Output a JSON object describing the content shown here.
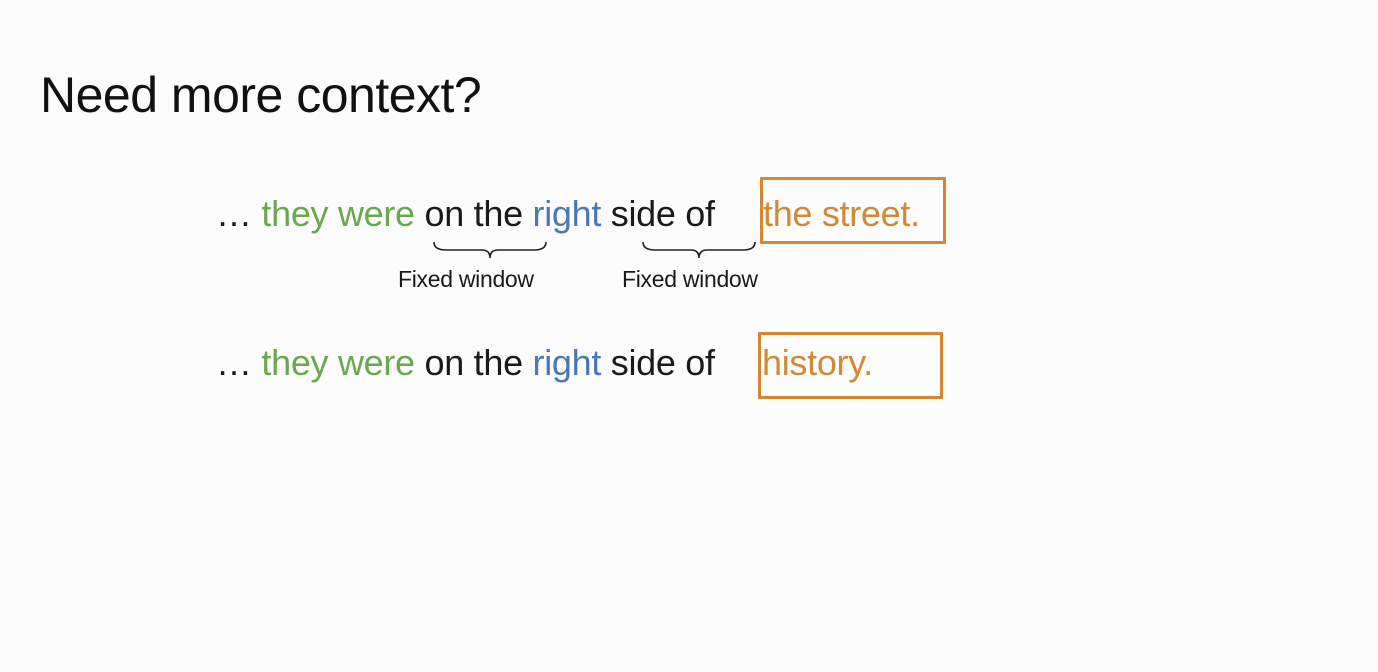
{
  "slide": {
    "title": "Need more context?"
  },
  "sentence1": {
    "ellipsis": "…",
    "w_they_were": "they were",
    "w_on_the": "on the",
    "w_right": "right",
    "w_side_of": "side of",
    "target": "the street."
  },
  "sentence2": {
    "ellipsis": "…",
    "w_they_were": "they were",
    "w_on_the": "on the",
    "w_right": "right",
    "w_side_of": "side of",
    "target": "history."
  },
  "annotations": {
    "window_label_1": "Fixed window",
    "window_label_2": "Fixed window"
  },
  "colors": {
    "context_green": "#6aa84f",
    "keyword_blue": "#4a78b5",
    "target_orange": "#d4872f"
  }
}
